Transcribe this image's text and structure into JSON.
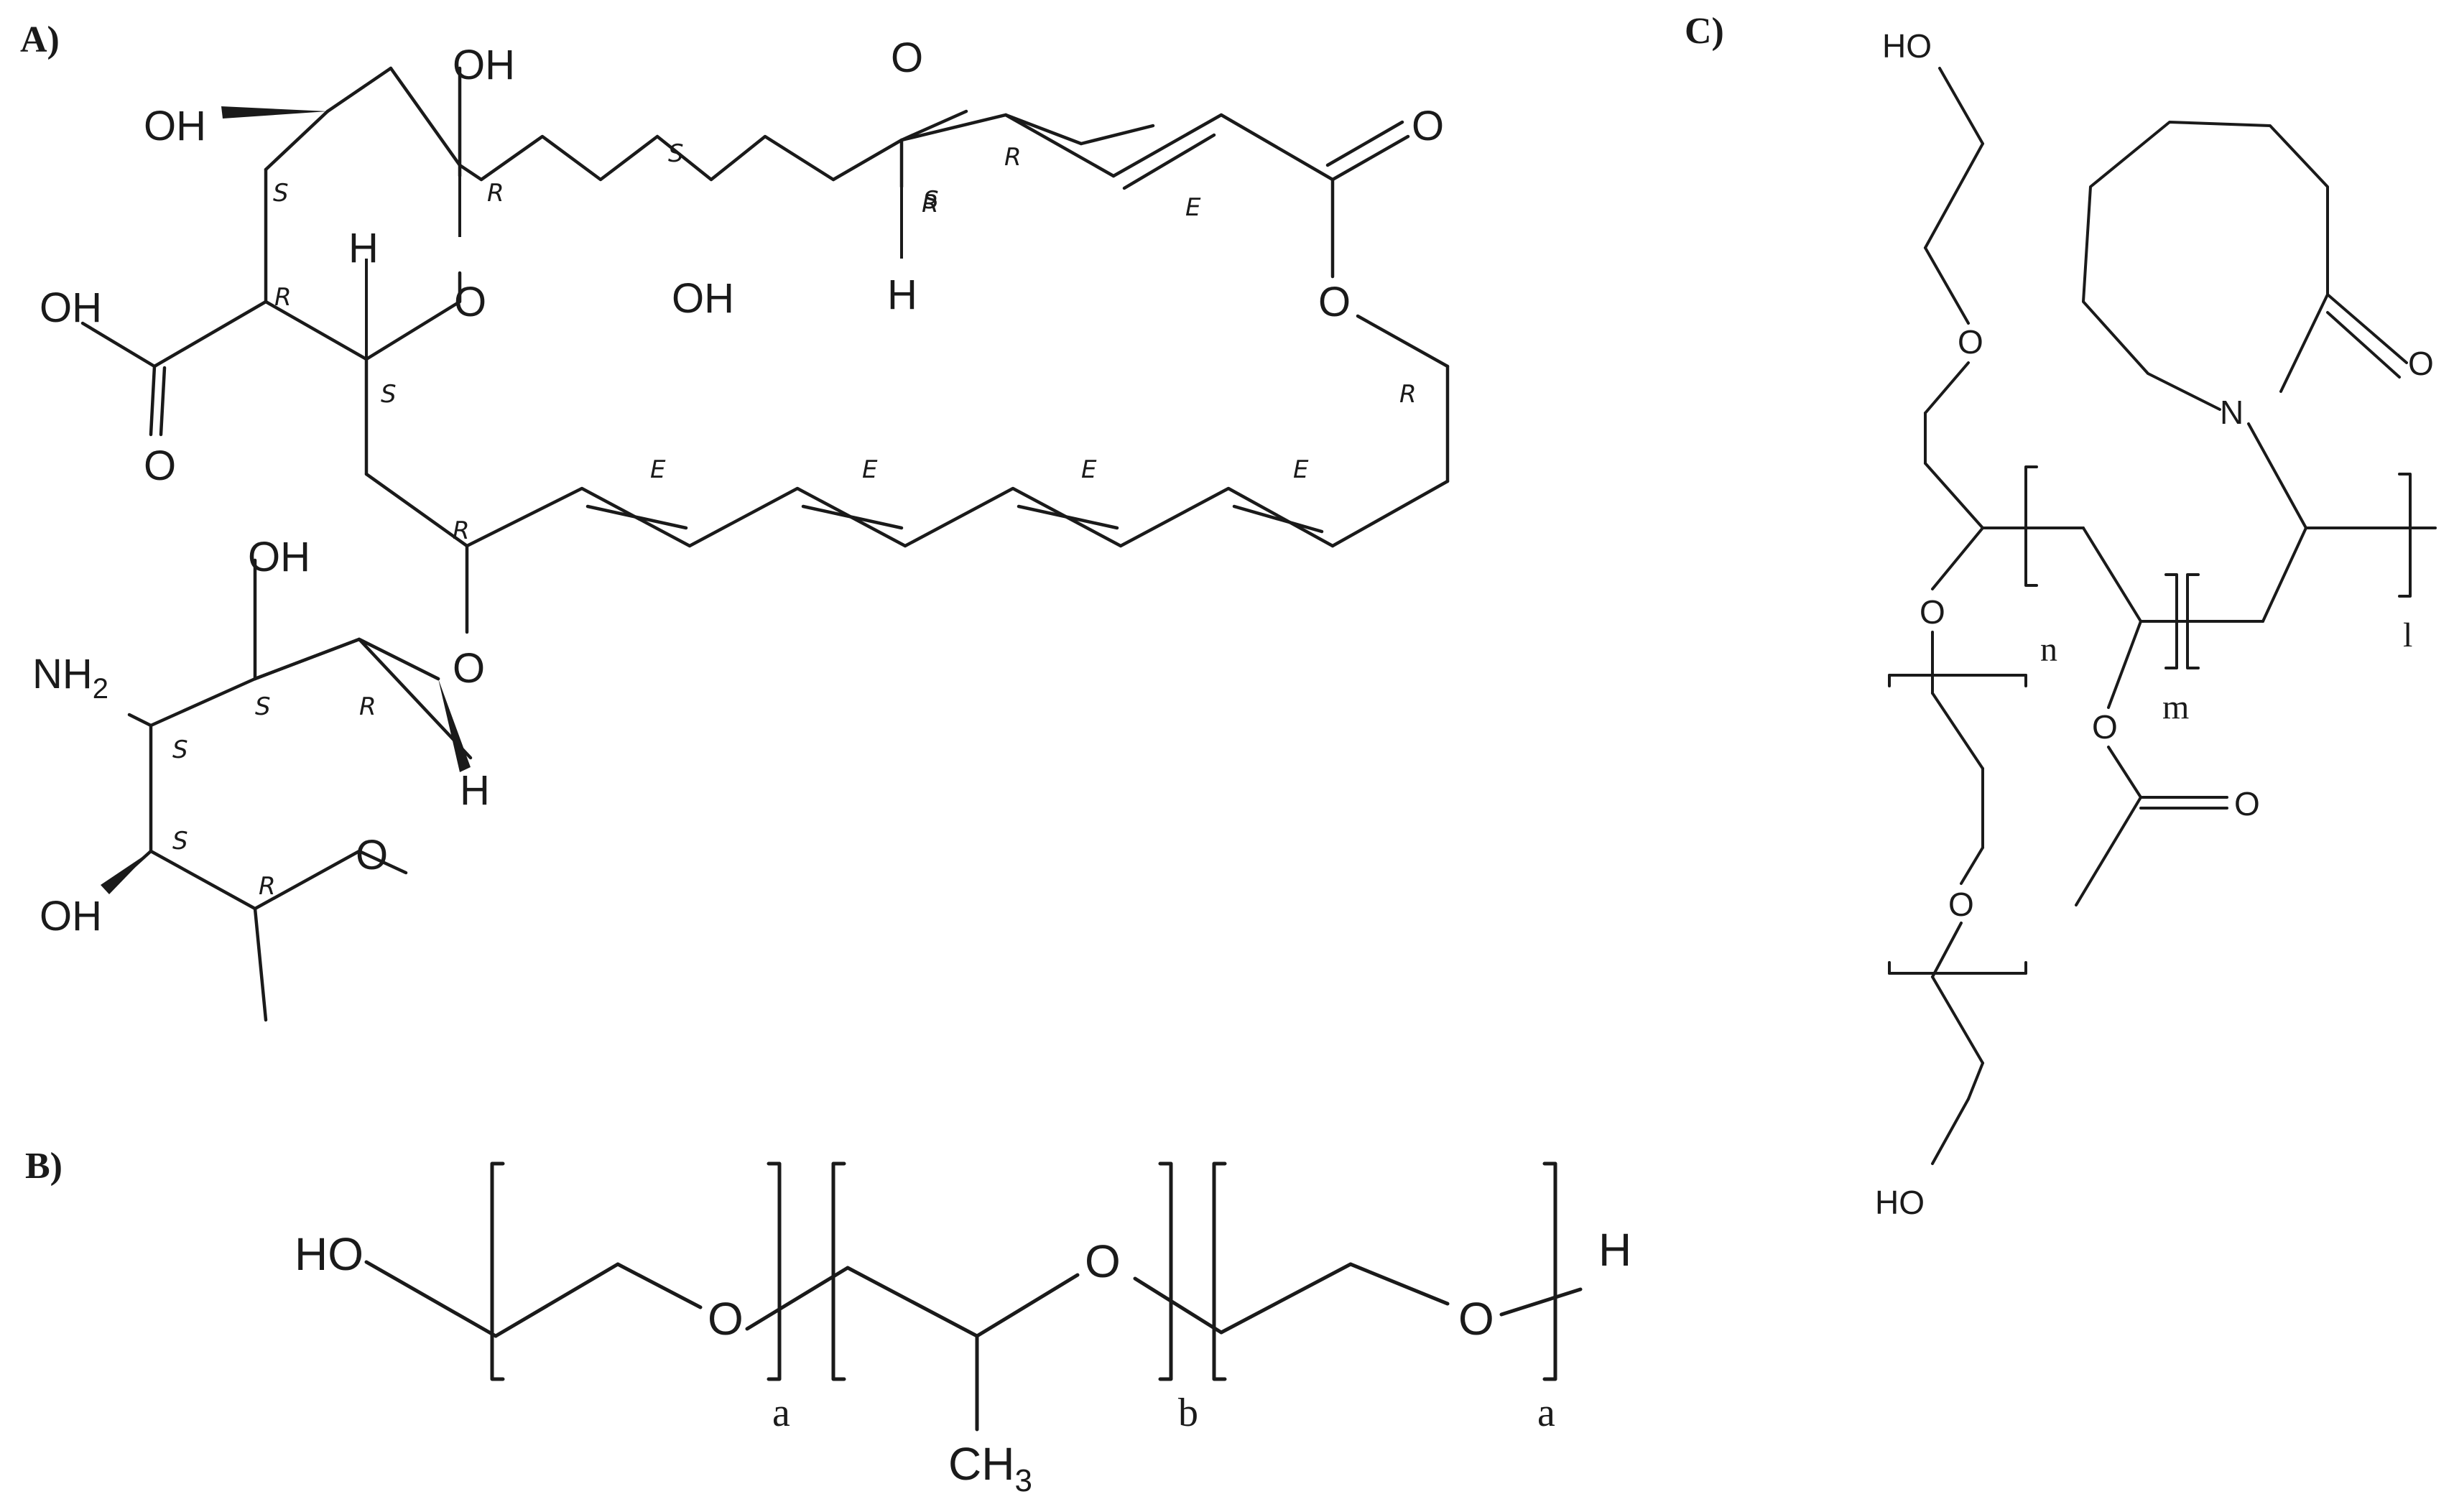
{
  "panels": {
    "a": {
      "label": "A)",
      "atoms": {
        "oh_top": "OH",
        "oh_left": "OH",
        "oh_acid": "OH",
        "o_acid": "O",
        "h_ring": "H",
        "o_ring": "O",
        "oh_mid": "OH",
        "o_epox": "O",
        "h_epox": "H",
        "o_carbonyl": "O",
        "o_ester": "O",
        "oh_sugar": "OH",
        "nh2": "NH",
        "nh2_sub": "2",
        "o_glyco": "O",
        "h_sugar": "H",
        "o_sugar": "O",
        "oh_sugar2": "OH"
      },
      "stereo": [
        "S",
        "R",
        "R",
        "S",
        "S",
        "S",
        "R",
        "R",
        "R",
        "E",
        "E",
        "E",
        "E",
        "E",
        "R",
        "S",
        "R",
        "S",
        "S",
        "R"
      ]
    },
    "b": {
      "label": "B)",
      "atoms": {
        "ho": "HO",
        "o1": "O",
        "o2": "O",
        "o3": "O",
        "h": "H",
        "ch3": "CH",
        "ch3_sub": "3"
      },
      "indices": [
        "a",
        "b",
        "a"
      ]
    },
    "c": {
      "label": "C)",
      "atoms": {
        "ho_top": "HO",
        "o1": "O",
        "n": "N",
        "o_lactam": "O",
        "o2": "O",
        "o_acetyl": "O",
        "o_carbonyl": "O",
        "o3": "O",
        "ho_bottom": "HO"
      },
      "indices": [
        "n",
        "m",
        "l"
      ]
    }
  }
}
